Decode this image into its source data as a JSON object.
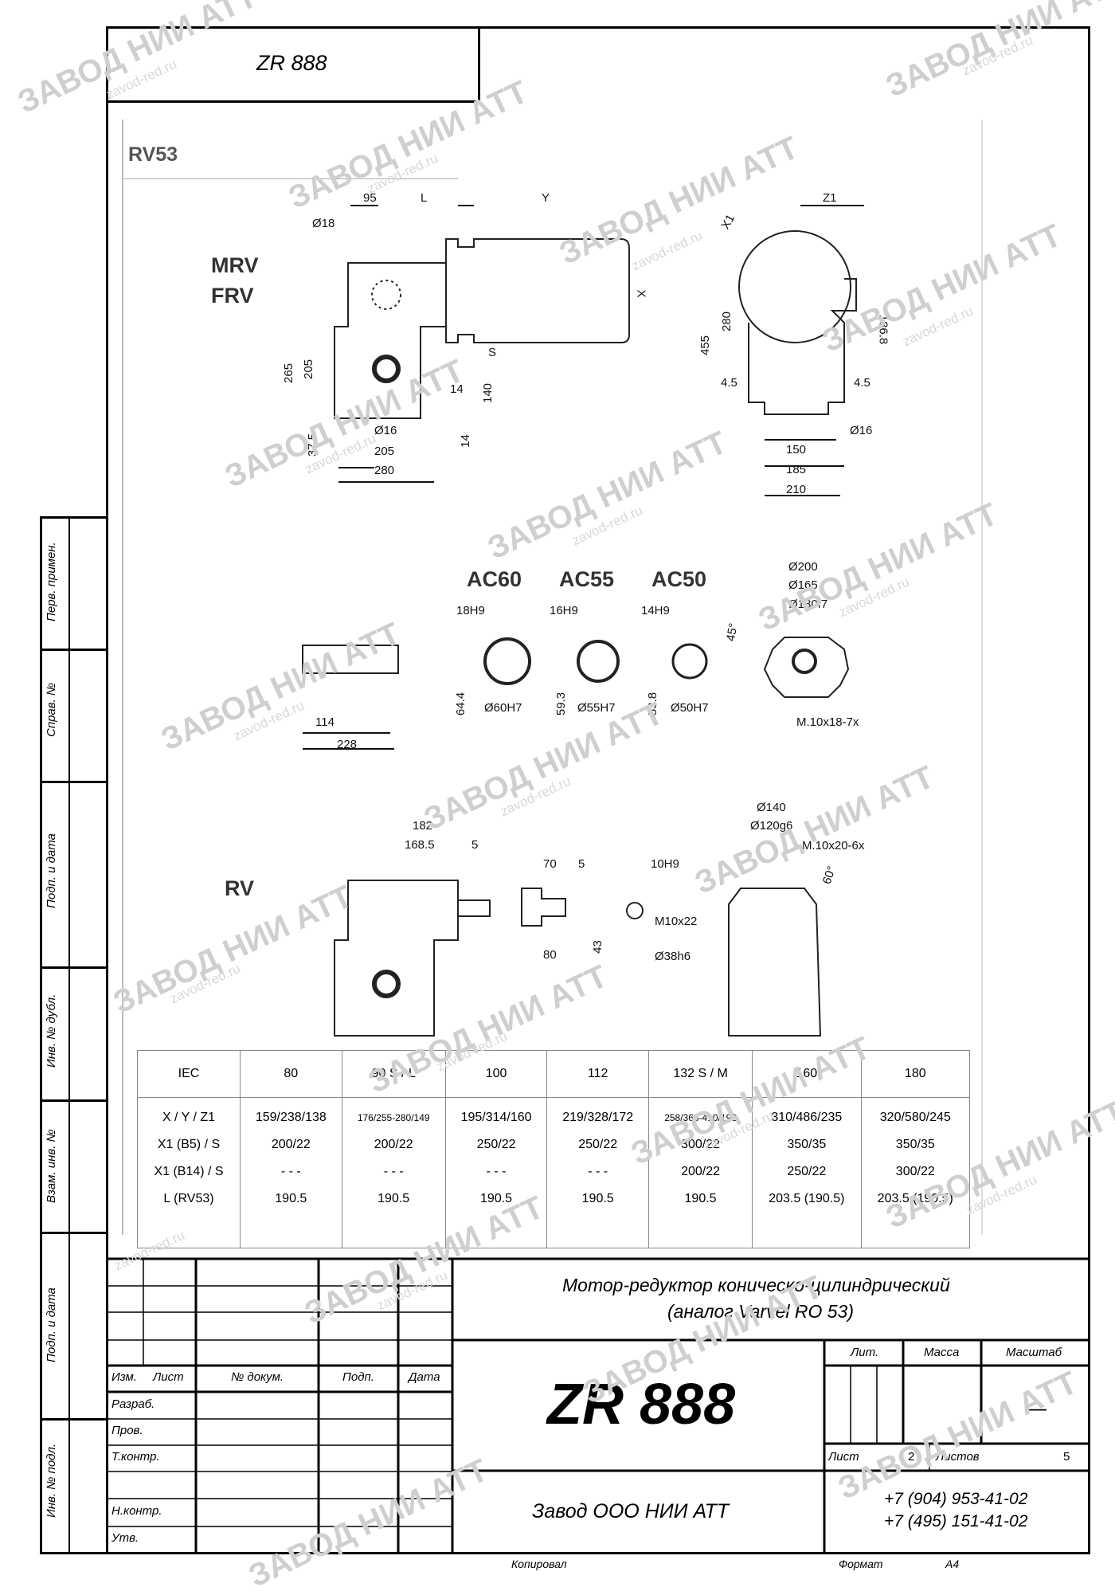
{
  "top_label": "ZR 888",
  "section_title": "RV53",
  "views": {
    "mrv_frv": {
      "label_line1": "MRV",
      "label_line2": "FRV"
    },
    "rv": {
      "label": "RV"
    }
  },
  "dims_top": {
    "d95": "95",
    "dL": "L",
    "dY": "Y",
    "dZ1": "Z1",
    "dX1": "X1",
    "dO18": "Ø18",
    "dX": "X",
    "dS": "S",
    "d265": "265",
    "d205v": "205",
    "d14a": "14",
    "d140": "140",
    "d14b": "14",
    "d375": "37.5",
    "dO16a": "Ø16",
    "d205h": "205",
    "d280h": "280",
    "d455": "455",
    "d280v": "280",
    "d1868": "186.8",
    "d45a": "4.5",
    "d45b": "4.5",
    "dO16b": "Ø16",
    "d150": "150",
    "d185": "185",
    "d210": "210"
  },
  "dims_mid": {
    "ac60": "AC60",
    "ac55": "AC55",
    "ac50": "AC50",
    "h18": "18H9",
    "h16": "16H9",
    "h14": "14H9",
    "d644": "64.4",
    "d593": "59.3",
    "d538": "53.8",
    "o60": "Ø60H7",
    "o55": "Ø55H7",
    "o50": "Ø50H7",
    "o200": "Ø200",
    "o165": "Ø165",
    "o130": "Ø130f7",
    "a45": "45°",
    "m10x18": "M.10x18-7x",
    "d114": "114",
    "d228": "228"
  },
  "dims_bot": {
    "d182": "182",
    "d1685": "168.5",
    "d5a": "5",
    "d70": "70",
    "d5b": "5",
    "h10": "10H9",
    "m10x22": "M10x22",
    "d43": "43",
    "d80": "80",
    "o38": "Ø38h6",
    "o140": "Ø140",
    "o120": "Ø120g6",
    "m10x20": "M.10x20-6x",
    "a60": "60°"
  },
  "spec_table": {
    "header": [
      "IEC",
      "80",
      "90 S / L",
      "100",
      "112",
      "132 S / M",
      "160",
      "180"
    ],
    "row_labels": [
      "X / Y / Z1",
      "X1 (B5) / S",
      "X1 (B14) / S",
      "L (RV53)"
    ],
    "columns": [
      [
        "159/238/138",
        "200/22",
        "- - -",
        "190.5"
      ],
      [
        "176/255-280/149",
        "200/22",
        "- - -",
        "190.5"
      ],
      [
        "195/314/160",
        "250/22",
        "- - -",
        "190.5"
      ],
      [
        "219/328/172",
        "250/22",
        "- - -",
        "190.5"
      ],
      [
        "258/368-410/192",
        "300/22",
        "200/22",
        "190.5"
      ],
      [
        "310/486/235",
        "350/35",
        "250/22",
        "203.5 (190.5)"
      ],
      [
        "320/580/245",
        "350/35",
        "300/22",
        "203.5 (190.5)"
      ]
    ]
  },
  "left_strip": [
    "Перв. примен.",
    "Справ. №",
    "Подп. и дата",
    "Инв. № дубл.",
    "Взам. инв. №",
    "Подп. и дата",
    "Инв. № подл."
  ],
  "title_block": {
    "description_line1": "Мотор-редуктор коническо-цилиндрический",
    "description_line2": "(аналог Varvel RO 53)",
    "designation": "ZR 888",
    "organization": "Завод ООО НИИ АТТ",
    "phone1": "+7 (904) 953-41-02",
    "phone2": "+7 (495) 151-41-02",
    "col_izm": "Изм.",
    "col_list": "Лист",
    "col_doc": "№ докум.",
    "col_podp": "Подп.",
    "col_data": "Дата",
    "row_razrab": "Разраб.",
    "row_prov": "Пров.",
    "row_tkontr": "Т.контр.",
    "row_nkontr": "Н.контр.",
    "row_utv": "Утв.",
    "lit": "Лит.",
    "massa": "Масса",
    "masshtab": "Масштаб",
    "masshtab_value": "—",
    "sheet_label": "Лист",
    "sheet_value": "2",
    "sheets_label": "Листов",
    "sheets_value": "5",
    "copied": "Копировал",
    "format_label": "Формат",
    "format_value": "A4"
  },
  "watermark": {
    "main": "ЗАВОД НИИ АТТ",
    "site": "zavod-red.ru"
  }
}
